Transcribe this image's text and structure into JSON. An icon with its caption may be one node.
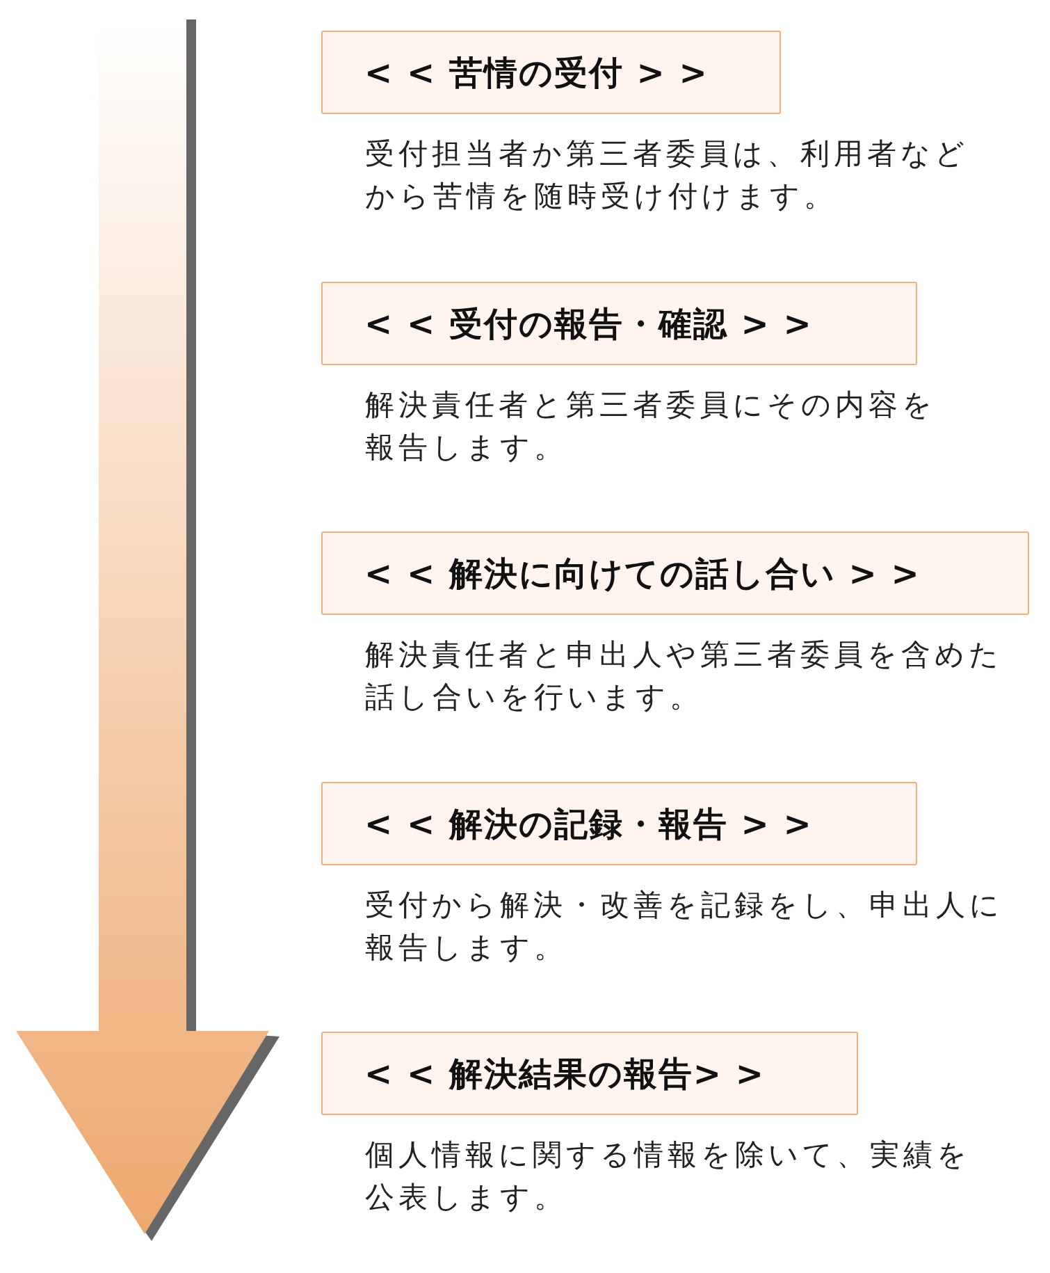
{
  "diagram": {
    "nodes": [
      {
        "text": [
          "< < 苦情の受付 > >"
        ],
        "beside": [
          "受付担当者か第三者委員は、利用者などから苦情を随時受け付けます。"
        ]
      },
      {
        "text": [
          "< < 受付の報告・確認 > >"
        ],
        "beside": [
          "解決責任者と第三者委員にその内容を報告します。"
        ]
      },
      {
        "text": [
          "< < 解決に向けての話し合い > >"
        ],
        "beside": [
          "解決責任者と申出人や第三者委員を含めた話し合いを行います。"
        ]
      },
      {
        "text": [
          "< < 解決の記録・報告 > >"
        ],
        "beside": [
          "受付から解決・改善を記録をし、申出人に報告します。"
        ]
      },
      {
        "text": [
          "< < 解決結果の報告> >"
        ],
        "beside": [
          "個人情報に関する情報を除いて、実績を公表します。"
        ]
      }
    ]
  }
}
